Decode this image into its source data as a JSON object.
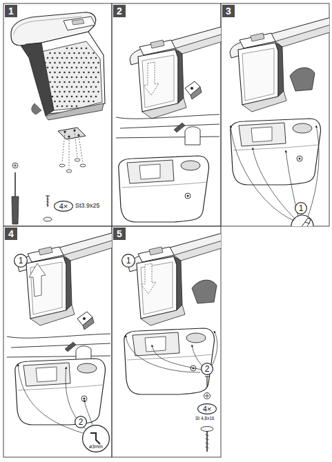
{
  "diagram": {
    "nodes": [
      {
        "text": [
          "1"
        ]
      },
      {
        "text": [
          "4×"
        ]
      },
      {
        "text": [
          "2"
        ]
      },
      {
        "text": [
          "3"
        ]
      },
      {
        "text": [
          "1"
        ]
      },
      {
        "text": [
          "4"
        ]
      },
      {
        "text": [
          "1"
        ]
      },
      {
        "text": [
          "2"
        ]
      },
      {
        "text": [
          "ø3mm"
        ]
      },
      {
        "text": [
          "5"
        ]
      },
      {
        "text": [
          "1"
        ]
      },
      {
        "text": [
          "2"
        ]
      },
      {
        "text": [
          "4×"
        ]
      }
    ],
    "labels": [
      "St3.9x25",
      "St 4,8x16"
    ]
  }
}
